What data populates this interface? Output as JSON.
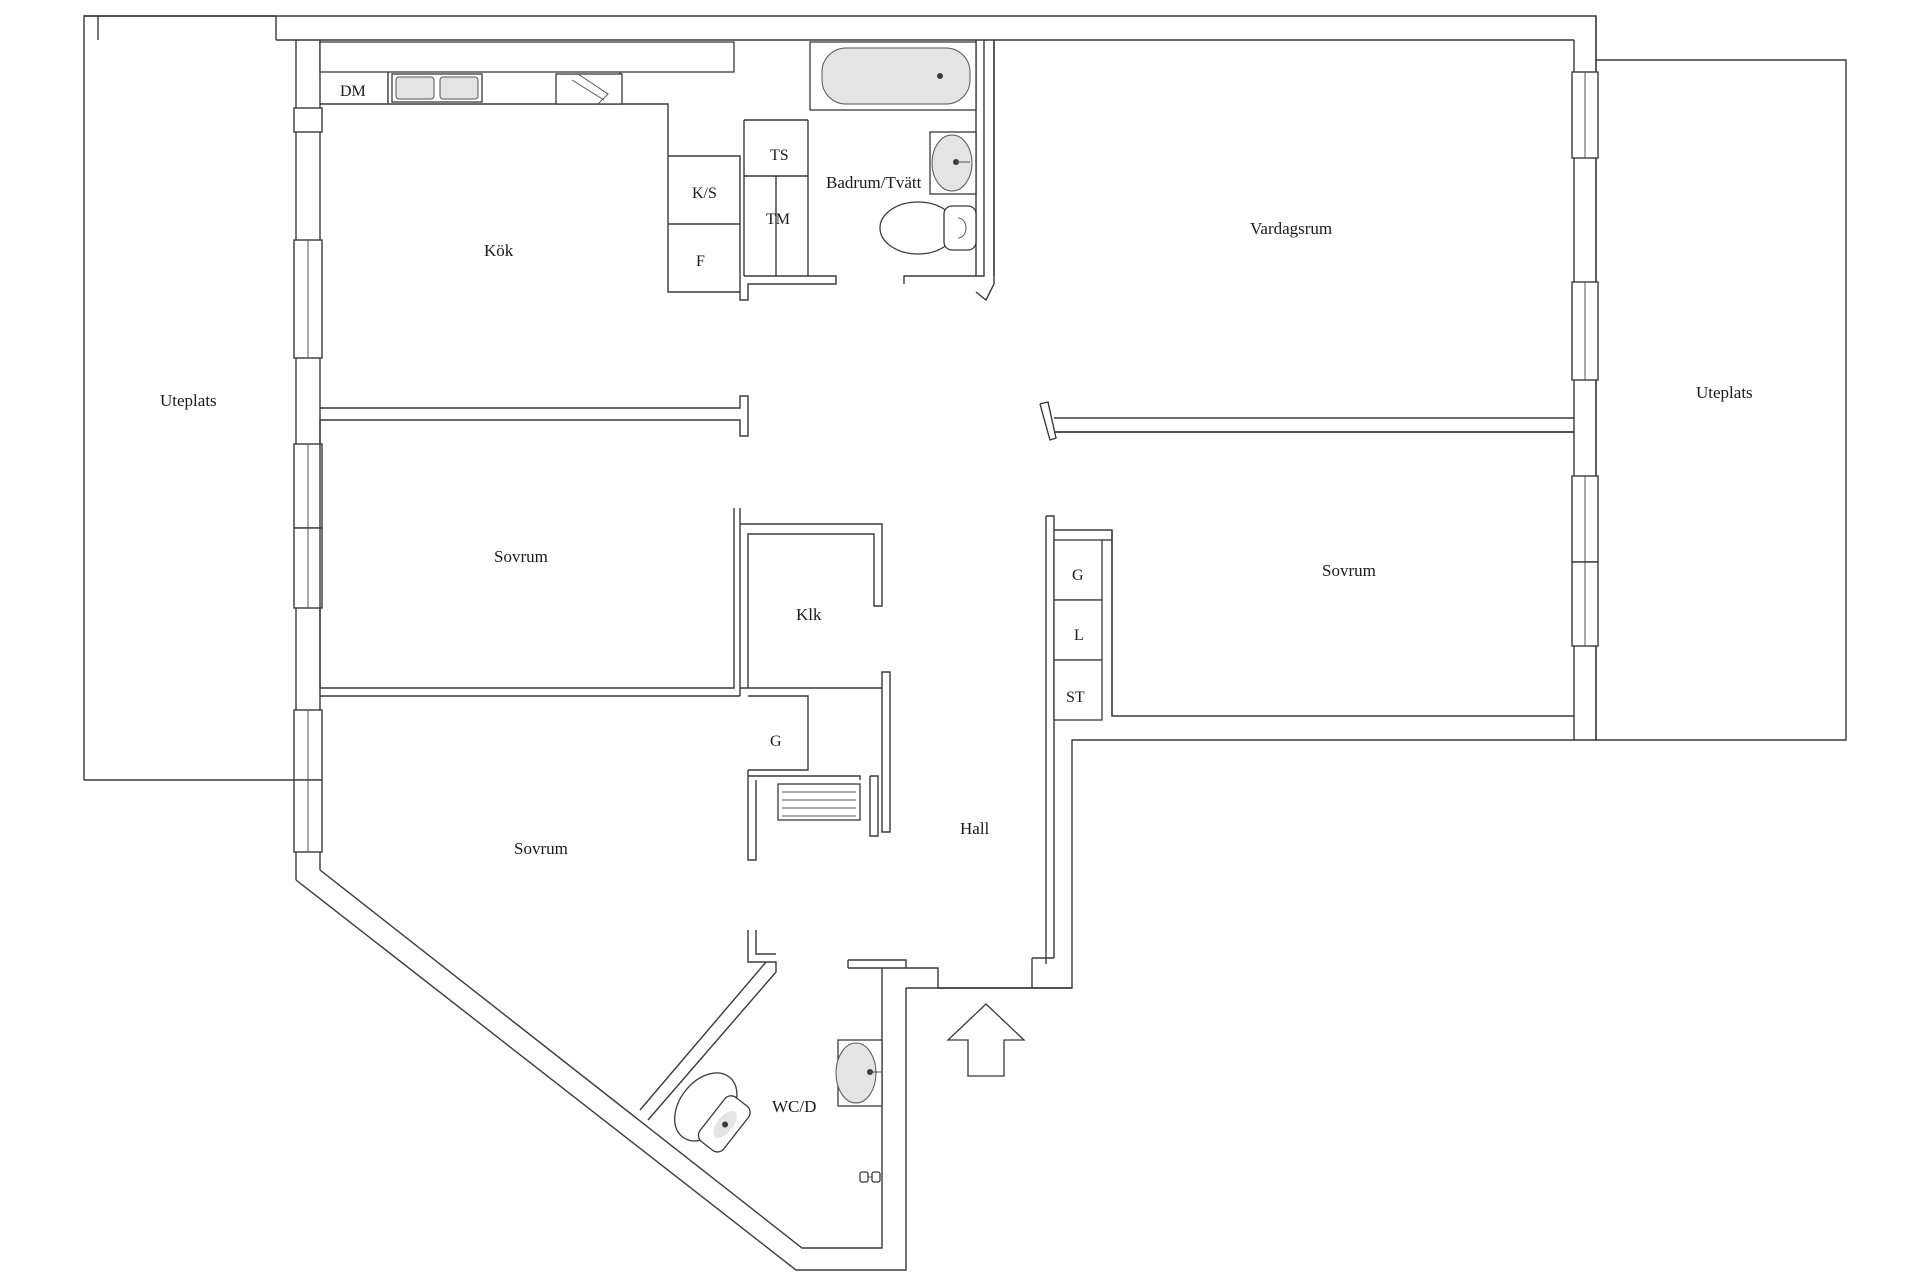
{
  "rooms": {
    "uteplats_left": "Uteplats",
    "uteplats_right": "Uteplats",
    "kok": "Kök",
    "badrum": "Badrum/Tvätt",
    "vardagsrum": "Vardagsrum",
    "sovrum_1": "Sovrum",
    "sovrum_2": "Sovrum",
    "sovrum_3": "Sovrum",
    "klk": "Klk",
    "hall": "Hall",
    "wcd": "WC/D"
  },
  "fixtures": {
    "dm": "DM",
    "ks": "K/S",
    "f": "F",
    "ts": "TS",
    "tm": "TM",
    "g_hall": "G",
    "l": "L",
    "st": "ST",
    "g_sovrum": "G"
  },
  "colors": {
    "wall": "#3a3a3a",
    "background": "#ffffff",
    "fixture_shade": "#e4e4e4"
  }
}
